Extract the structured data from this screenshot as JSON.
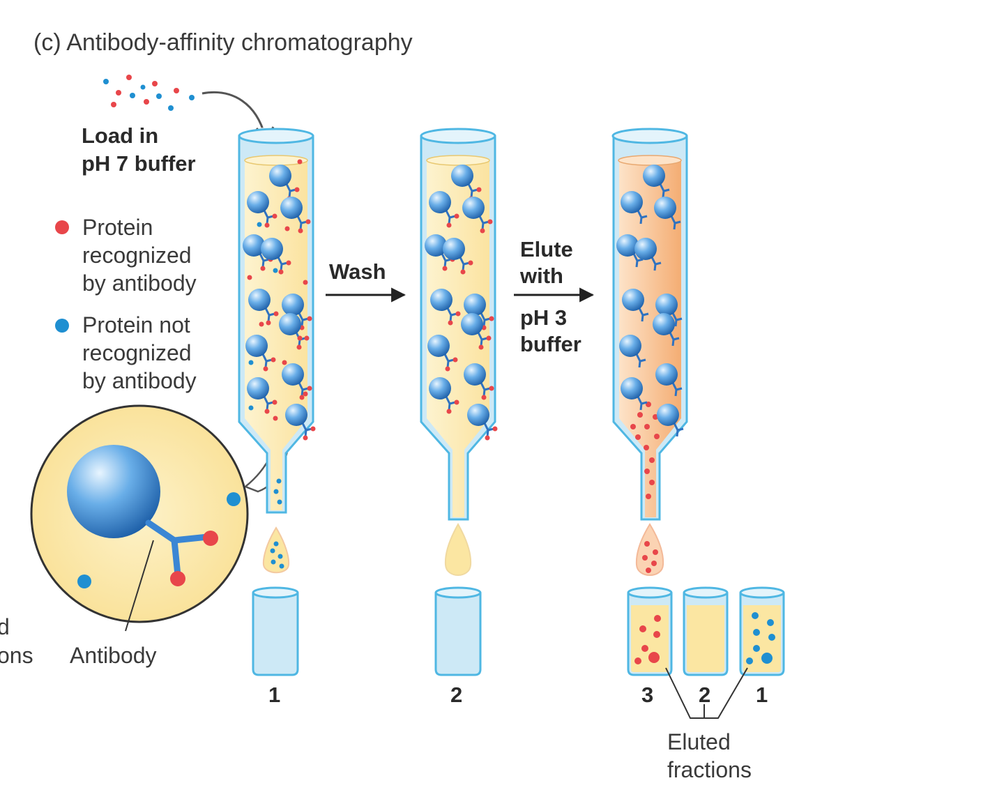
{
  "title": "(c) Antibody-affinity chromatography",
  "load_label": [
    "Load in",
    "pH 7 buffer"
  ],
  "legend": {
    "red": {
      "color": "#e8464a",
      "lines": [
        "Protein",
        "recognized",
        "by antibody"
      ]
    },
    "blue": {
      "color": "#1f8fd1",
      "lines": [
        "Protein not",
        "recognized",
        "by antibody"
      ]
    }
  },
  "partial_labels": [
    "d",
    "ons"
  ],
  "antibody_label": "Antibody",
  "wash_label": "Wash",
  "elute_label": [
    "Elute",
    "with",
    "pH 3",
    "buffer"
  ],
  "step_numbers": {
    "collect_1": "1",
    "collect_2": "2"
  },
  "fraction_numbers": [
    "3",
    "2",
    "1"
  ],
  "eluted_label": [
    "Eluted",
    "fractions"
  ],
  "colors": {
    "column_outline": "#4fb7e3",
    "column_fill": "#cde9f6",
    "bead_fill": "#4d97de",
    "buffer_neutral": "#fbe6a2",
    "buffer_acid": "#f6b77c",
    "text": "#333333"
  }
}
